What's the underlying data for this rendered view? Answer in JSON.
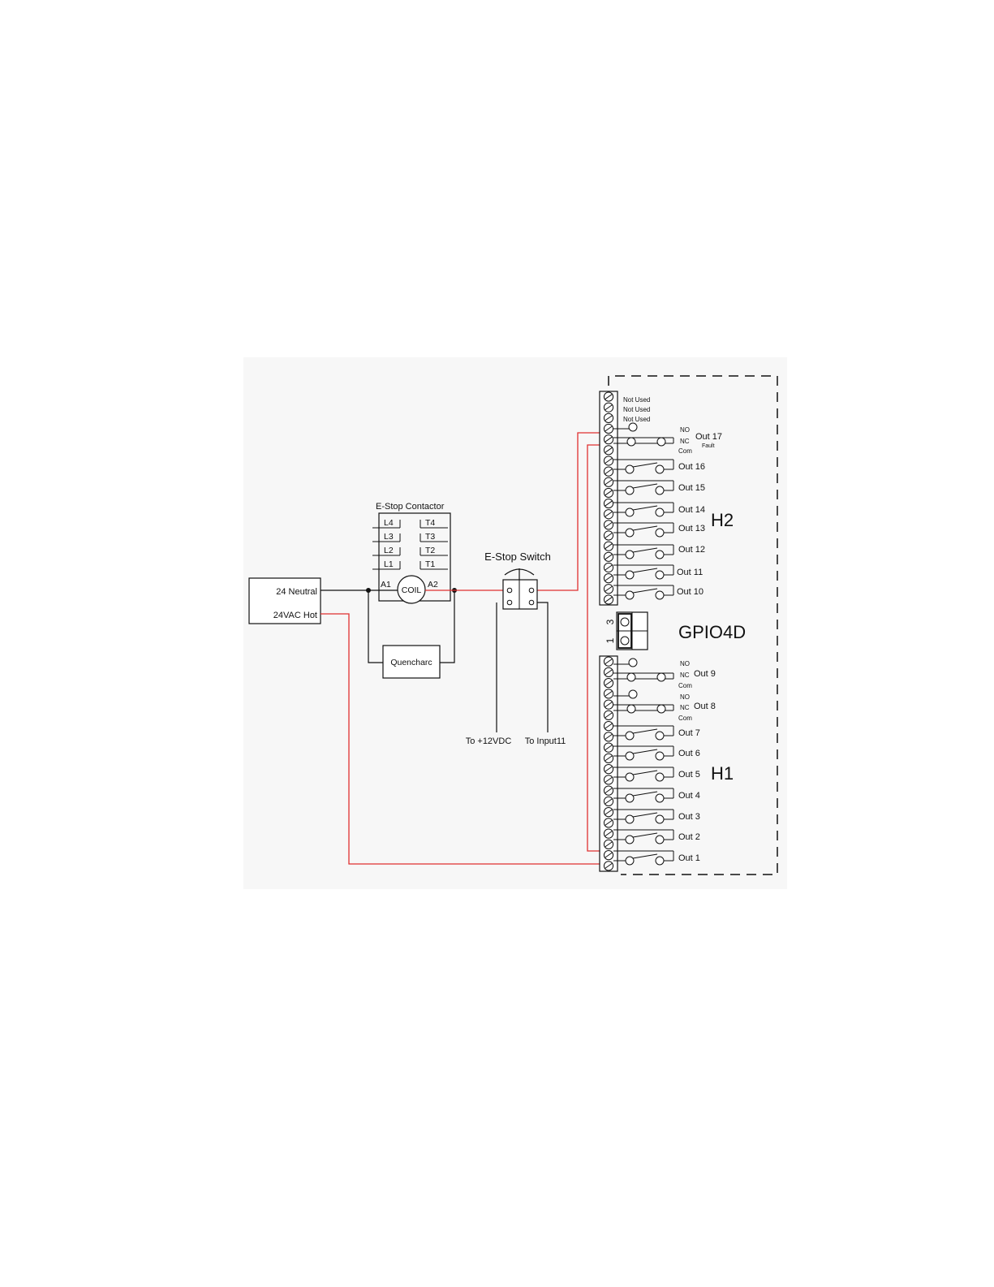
{
  "supply": {
    "neutral_label": "24 Neutral",
    "hot_label": "24VAC Hot"
  },
  "contactor": {
    "title": "E-Stop Contactor",
    "line_terms": [
      "L4",
      "L3",
      "L2",
      "L1"
    ],
    "load_terms": [
      "T4",
      "T3",
      "T2",
      "T1"
    ],
    "coil_label": "COIL",
    "a1_label": "A1",
    "a2_label": "A2"
  },
  "quencharc": {
    "label": "Quencharc"
  },
  "estop_switch": {
    "title": "E-Stop Switch",
    "to_12v_label": "To +12VDC",
    "to_input_label": "To Input11"
  },
  "board": {
    "name": "GPIO4D",
    "connector_h2": "H2",
    "connector_h1": "H1",
    "jumper_pin_3": "3",
    "jumper_pin_1": "1",
    "not_used": [
      "Not Used",
      "Not Used",
      "Not Used"
    ],
    "out17": {
      "label": "Out 17",
      "sub": "Fault",
      "no": "NO",
      "nc": "NC",
      "com": "Com"
    },
    "h2_outputs": [
      "Out 16",
      "Out 15",
      "Out 14",
      "Out 13",
      "Out 12",
      "Out 11",
      "Out 10"
    ],
    "out9": {
      "label": "Out 9",
      "no": "NO",
      "nc": "NC",
      "com": "Com"
    },
    "out8": {
      "label": "Out 8",
      "no": "NO",
      "nc": "NC",
      "com": "Com"
    },
    "h1_outputs": [
      "Out 7",
      "Out 6",
      "Out 5",
      "Out 4",
      "Out 3",
      "Out 2",
      "Out 1"
    ]
  },
  "colors": {
    "wire": "#111111",
    "highlight_wire": "#e03030",
    "diagram_bg": "#f7f7f7"
  }
}
